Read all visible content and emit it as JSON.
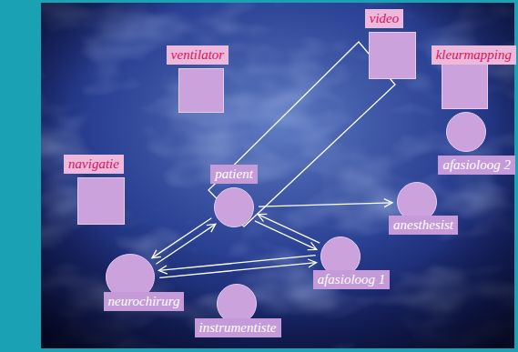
{
  "diagram": {
    "nodes": [
      {
        "text": [
          "video"
        ]
      },
      {
        "text": [
          "ventilator"
        ]
      },
      {
        "text": [
          "kleurmapping"
        ]
      },
      {
        "text": [
          "afasioloog 2"
        ]
      },
      {
        "text": [
          "navigatie"
        ]
      },
      {
        "text": [
          "patient"
        ]
      },
      {
        "text": [
          "anesthesist"
        ]
      },
      {
        "text": [
          "afasioloog 1"
        ]
      },
      {
        "text": [
          "neurochirurg"
        ]
      },
      {
        "text": [
          "instrumentiste"
        ]
      }
    ],
    "edges": [
      {
        "from": 5,
        "to": 8,
        "arrow": "both"
      },
      {
        "from": 8,
        "to": 7,
        "arrow": "both"
      },
      {
        "from": 5,
        "to": 7,
        "arrow": "both"
      },
      {
        "from": 5,
        "to": 6,
        "arrow": "to"
      }
    ]
  }
}
